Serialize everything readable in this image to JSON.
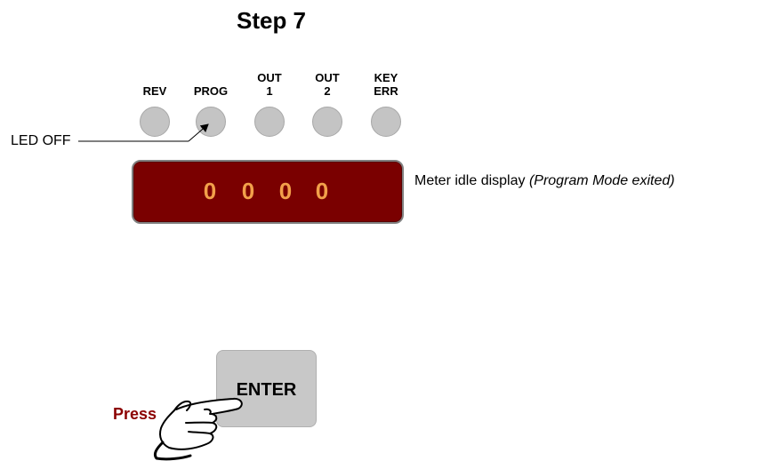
{
  "title": "Step 7",
  "leds": [
    {
      "line1": "",
      "line2": "REV"
    },
    {
      "line1": "",
      "line2": "PROG"
    },
    {
      "line1": "OUT",
      "line2": "1"
    },
    {
      "line1": "OUT",
      "line2": "2"
    },
    {
      "line1": "KEY",
      "line2": "ERR"
    }
  ],
  "led_off_label": "LED OFF",
  "display": {
    "digits": [
      "0",
      "0",
      "0",
      "0"
    ],
    "caption_main": "Meter idle display ",
    "caption_note": "(Program Mode exited)"
  },
  "button": {
    "label": "ENTER",
    "press_label": "Press"
  },
  "colors": {
    "display_bg": "#7a0000",
    "digit_color": "#f2a04a",
    "led_color": "#c4c4c4",
    "press_color": "#8b0000",
    "button_color": "#c8c8c8"
  }
}
